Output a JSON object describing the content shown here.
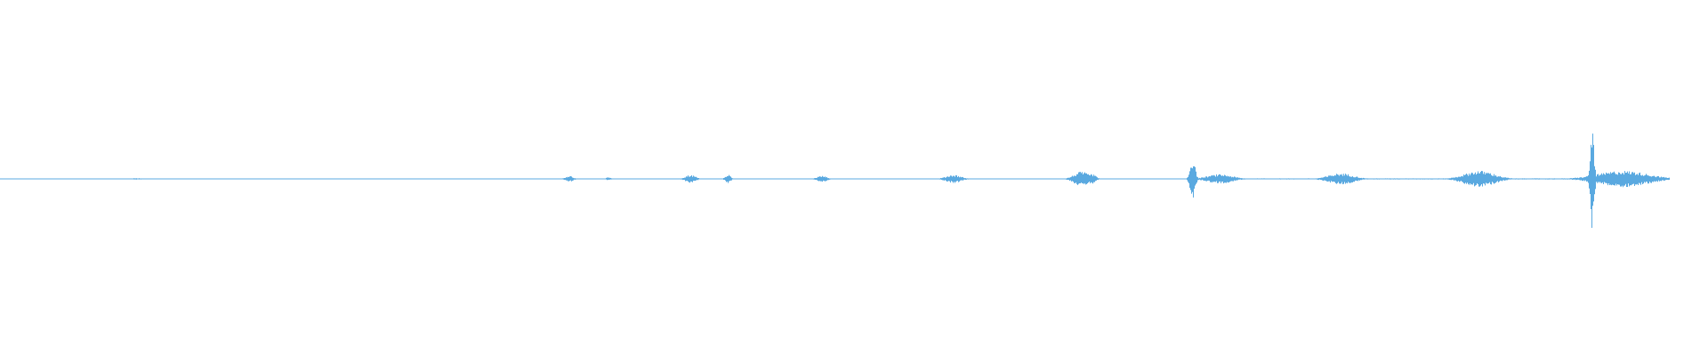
{
  "waveform": {
    "color": "#5aa9e0",
    "background": "#ffffff",
    "bursts": [
      {
        "t": 0.08,
        "amp": 0.015,
        "width": 0.004
      },
      {
        "t": 0.25,
        "amp": 0.01,
        "width": 0.004
      },
      {
        "t": 0.333,
        "amp": 0.06,
        "width": 0.003
      },
      {
        "t": 0.356,
        "amp": 0.03,
        "width": 0.002
      },
      {
        "t": 0.404,
        "amp": 0.08,
        "width": 0.004
      },
      {
        "t": 0.426,
        "amp": 0.09,
        "width": 0.002
      },
      {
        "t": 0.481,
        "amp": 0.06,
        "width": 0.004
      },
      {
        "t": 0.558,
        "amp": 0.08,
        "width": 0.006
      },
      {
        "t": 0.633,
        "amp": 0.14,
        "width": 0.006
      },
      {
        "t": 0.639,
        "amp": 0.1,
        "width": 0.003
      },
      {
        "t": 0.698,
        "amp": 0.4,
        "width": 0.002
      },
      {
        "t": 0.714,
        "amp": 0.09,
        "width": 0.01
      },
      {
        "t": 0.785,
        "amp": 0.11,
        "width": 0.01
      },
      {
        "t": 0.866,
        "amp": 0.16,
        "width": 0.012
      },
      {
        "t": 0.932,
        "amp": 1.0,
        "width": 0.0015
      },
      {
        "t": 0.95,
        "amp": 0.16,
        "width": 0.02
      }
    ],
    "noise_floor": 0.012,
    "end_fraction": 0.998
  }
}
